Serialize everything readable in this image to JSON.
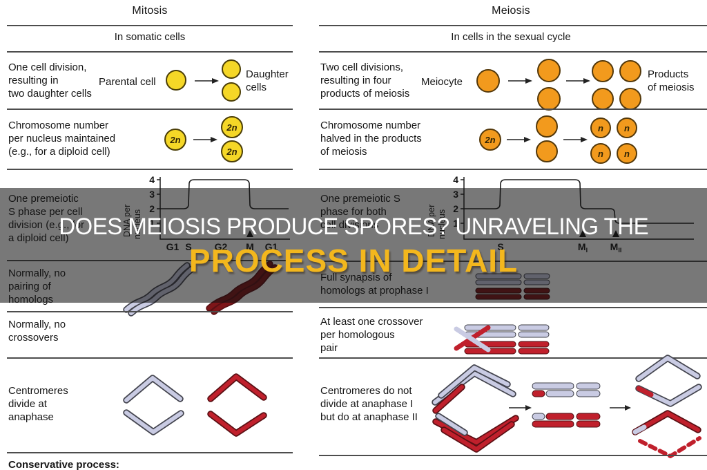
{
  "overlay": {
    "line1": "DOES MEIOSIS PRODUCE SPORES? UNRAVELING THE",
    "line2": "PROCESS IN DETAIL"
  },
  "mitosis": {
    "header": "Mitosis",
    "subheader": "In somatic cells",
    "row_division": {
      "text": "One cell division,\nresulting in\ntwo daughter cells",
      "left_label": "Parental cell",
      "right_label": "Daughter\ncells"
    },
    "row_chromosome": {
      "text": "Chromosome number\nper nucleus maintained\n(e.g., for a diploid cell)",
      "parent_ploidy": "2n",
      "daughter_ploidy": [
        "2n",
        "2n"
      ]
    },
    "row_sphase": {
      "text": "One premeiotic\nS phase per cell\ndivision (e.g., for\na diploid cell)"
    },
    "graph": {
      "ylabel1": "DNA per",
      "ylabel2": "nucleus",
      "yticks": [
        "4",
        "3",
        "2",
        "1"
      ],
      "xticks": [
        "G1",
        "S",
        "G2",
        "M",
        "G1"
      ],
      "profile": [
        {
          "phase": "G1",
          "dna": 2
        },
        {
          "phase": "S",
          "dna": "2 to 4"
        },
        {
          "phase": "G2",
          "dna": 4
        },
        {
          "phase": "M",
          "dna": "4 to 2"
        },
        {
          "phase": "G1",
          "dna": 2
        }
      ]
    },
    "row_pairing": {
      "text": "Normally, no\npairing of\nhomologs"
    },
    "row_crossover": {
      "text": "Normally, no\ncrossovers"
    },
    "row_centromeres": {
      "text": "Centromeres\ndivide at\nanaphase"
    },
    "row_process": {
      "text": "Conservative process:"
    }
  },
  "meiosis": {
    "header": "Meiosis",
    "subheader": "In cells in the sexual cycle",
    "row_division": {
      "text": "Two cell divisions,\nresulting in four\nproducts of meiosis",
      "left_label": "Meiocyte",
      "right_label": "Products\nof meiosis"
    },
    "row_chromosome": {
      "text": "Chromosome number\nhalved in the products\nof meiosis",
      "parent_ploidy": "2n",
      "product_ploidy": [
        "n",
        "n",
        "n",
        "n"
      ]
    },
    "row_sphase": {
      "text": "One premeiotic S\nphase for both\ncell divisions"
    },
    "graph": {
      "ylabel1": "DNA per",
      "ylabel2": "nucleus",
      "yticks": [
        "4",
        "3",
        "2",
        "1"
      ],
      "xticks": [
        {
          "base": "S",
          "sub": ""
        },
        {
          "base": "M",
          "sub": "I"
        },
        {
          "base": "M",
          "sub": "II"
        }
      ],
      "profile": [
        {
          "phase": "premeiotic",
          "dna": 2
        },
        {
          "phase": "S",
          "dna": "2 to 4"
        },
        {
          "phase": "MI",
          "dna": "4 to 2"
        },
        {
          "phase": "MII",
          "dna": "2 to 1"
        }
      ]
    },
    "row_pairing": {
      "text": "Full synapsis of\nhomologs at prophase I"
    },
    "row_crossover": {
      "text": "At least one crossover\nper homologous\npair"
    },
    "row_centromeres": {
      "text": "Centromeres do not\ndivide at anaphase I\nbut do at anaphase II"
    }
  },
  "colors": {
    "yellow": "#F5D727",
    "orange": "#F29A1D",
    "lavender": "#C9CBE3",
    "red": "#C0202C",
    "dark_red": "#7E1518",
    "accent": "#F3B71D"
  }
}
